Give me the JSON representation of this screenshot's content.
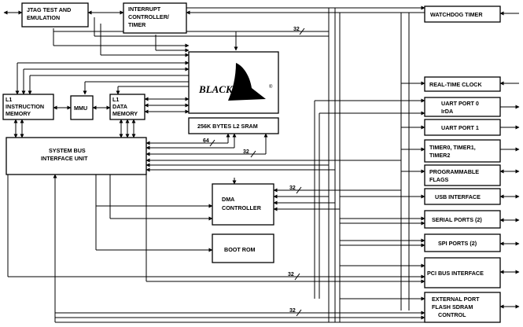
{
  "blocks": {
    "jtag": [
      "JTAG TEST AND",
      "EMULATION"
    ],
    "interrupt": [
      "INTERRUPT",
      "CONTROLLER/",
      "TIMER"
    ],
    "watchdog": [
      "WATCHDOG TIMER"
    ],
    "l1_instruction": [
      "L1",
      "INSTRUCTION",
      "MEMORY"
    ],
    "mmu": [
      "MMU"
    ],
    "l1_data": [
      "L1",
      "DATA",
      "MEMORY"
    ],
    "l2_sram": [
      "256K BYTES L2 SRAM"
    ],
    "system_bus": [
      "SYSTEM BUS",
      "INTERFACE UNIT"
    ],
    "dma": [
      "DMA",
      "CONTROLLER"
    ],
    "boot_rom": [
      "BOOT ROM"
    ],
    "rtc": [
      "REAL-TIME CLOCK"
    ],
    "uart0": [
      "UART PORT 0",
      "IrDA"
    ],
    "uart1": [
      "UART PORT 1"
    ],
    "timers": [
      "TIMER0, TIMER1,",
      "TIMER2"
    ],
    "flags": [
      "PROGRAMMABLE",
      "FLAGS"
    ],
    "usb": [
      "USB INTERFACE"
    ],
    "serial": [
      "SERIAL PORTS (2)"
    ],
    "spi": [
      "SPI PORTS (2)"
    ],
    "pci": [
      "PCI BUS INTERFACE"
    ],
    "ext": [
      "EXTERNAL PORT",
      "FLASH SDRAM",
      "CONTROL"
    ]
  },
  "logo": {
    "text": "BLACKfin",
    "mark": "®"
  },
  "bus_widths": {
    "b1": "32",
    "b2": "64",
    "b3": "32",
    "b4": "32",
    "b5": "32",
    "b6": "32"
  }
}
